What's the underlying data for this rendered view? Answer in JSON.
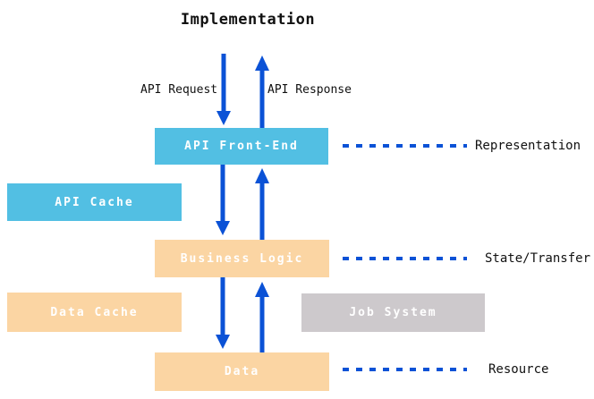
{
  "diagram": {
    "title": "Implementation",
    "request_label": "API Request",
    "response_label": "API Response",
    "boxes": [
      {
        "label": "API Front-End",
        "kind": "blue"
      },
      {
        "label": "API Cache",
        "kind": "blue"
      },
      {
        "label": "Business Logic",
        "kind": "orange"
      },
      {
        "label": "Data Cache",
        "kind": "orange"
      },
      {
        "label": "Job System",
        "kind": "gray"
      },
      {
        "label": "Data",
        "kind": "orange"
      }
    ],
    "layer_labels": [
      "Representation",
      "State/Transfer",
      "Resource"
    ],
    "colors": {
      "box_blue": "#52BFE3",
      "box_orange": "#FBD5A3",
      "box_gray": "#CDC9CC",
      "arrow_blue": "#0B52D6",
      "text_dark": "#111111",
      "box_text": "#FFFFFF"
    }
  }
}
